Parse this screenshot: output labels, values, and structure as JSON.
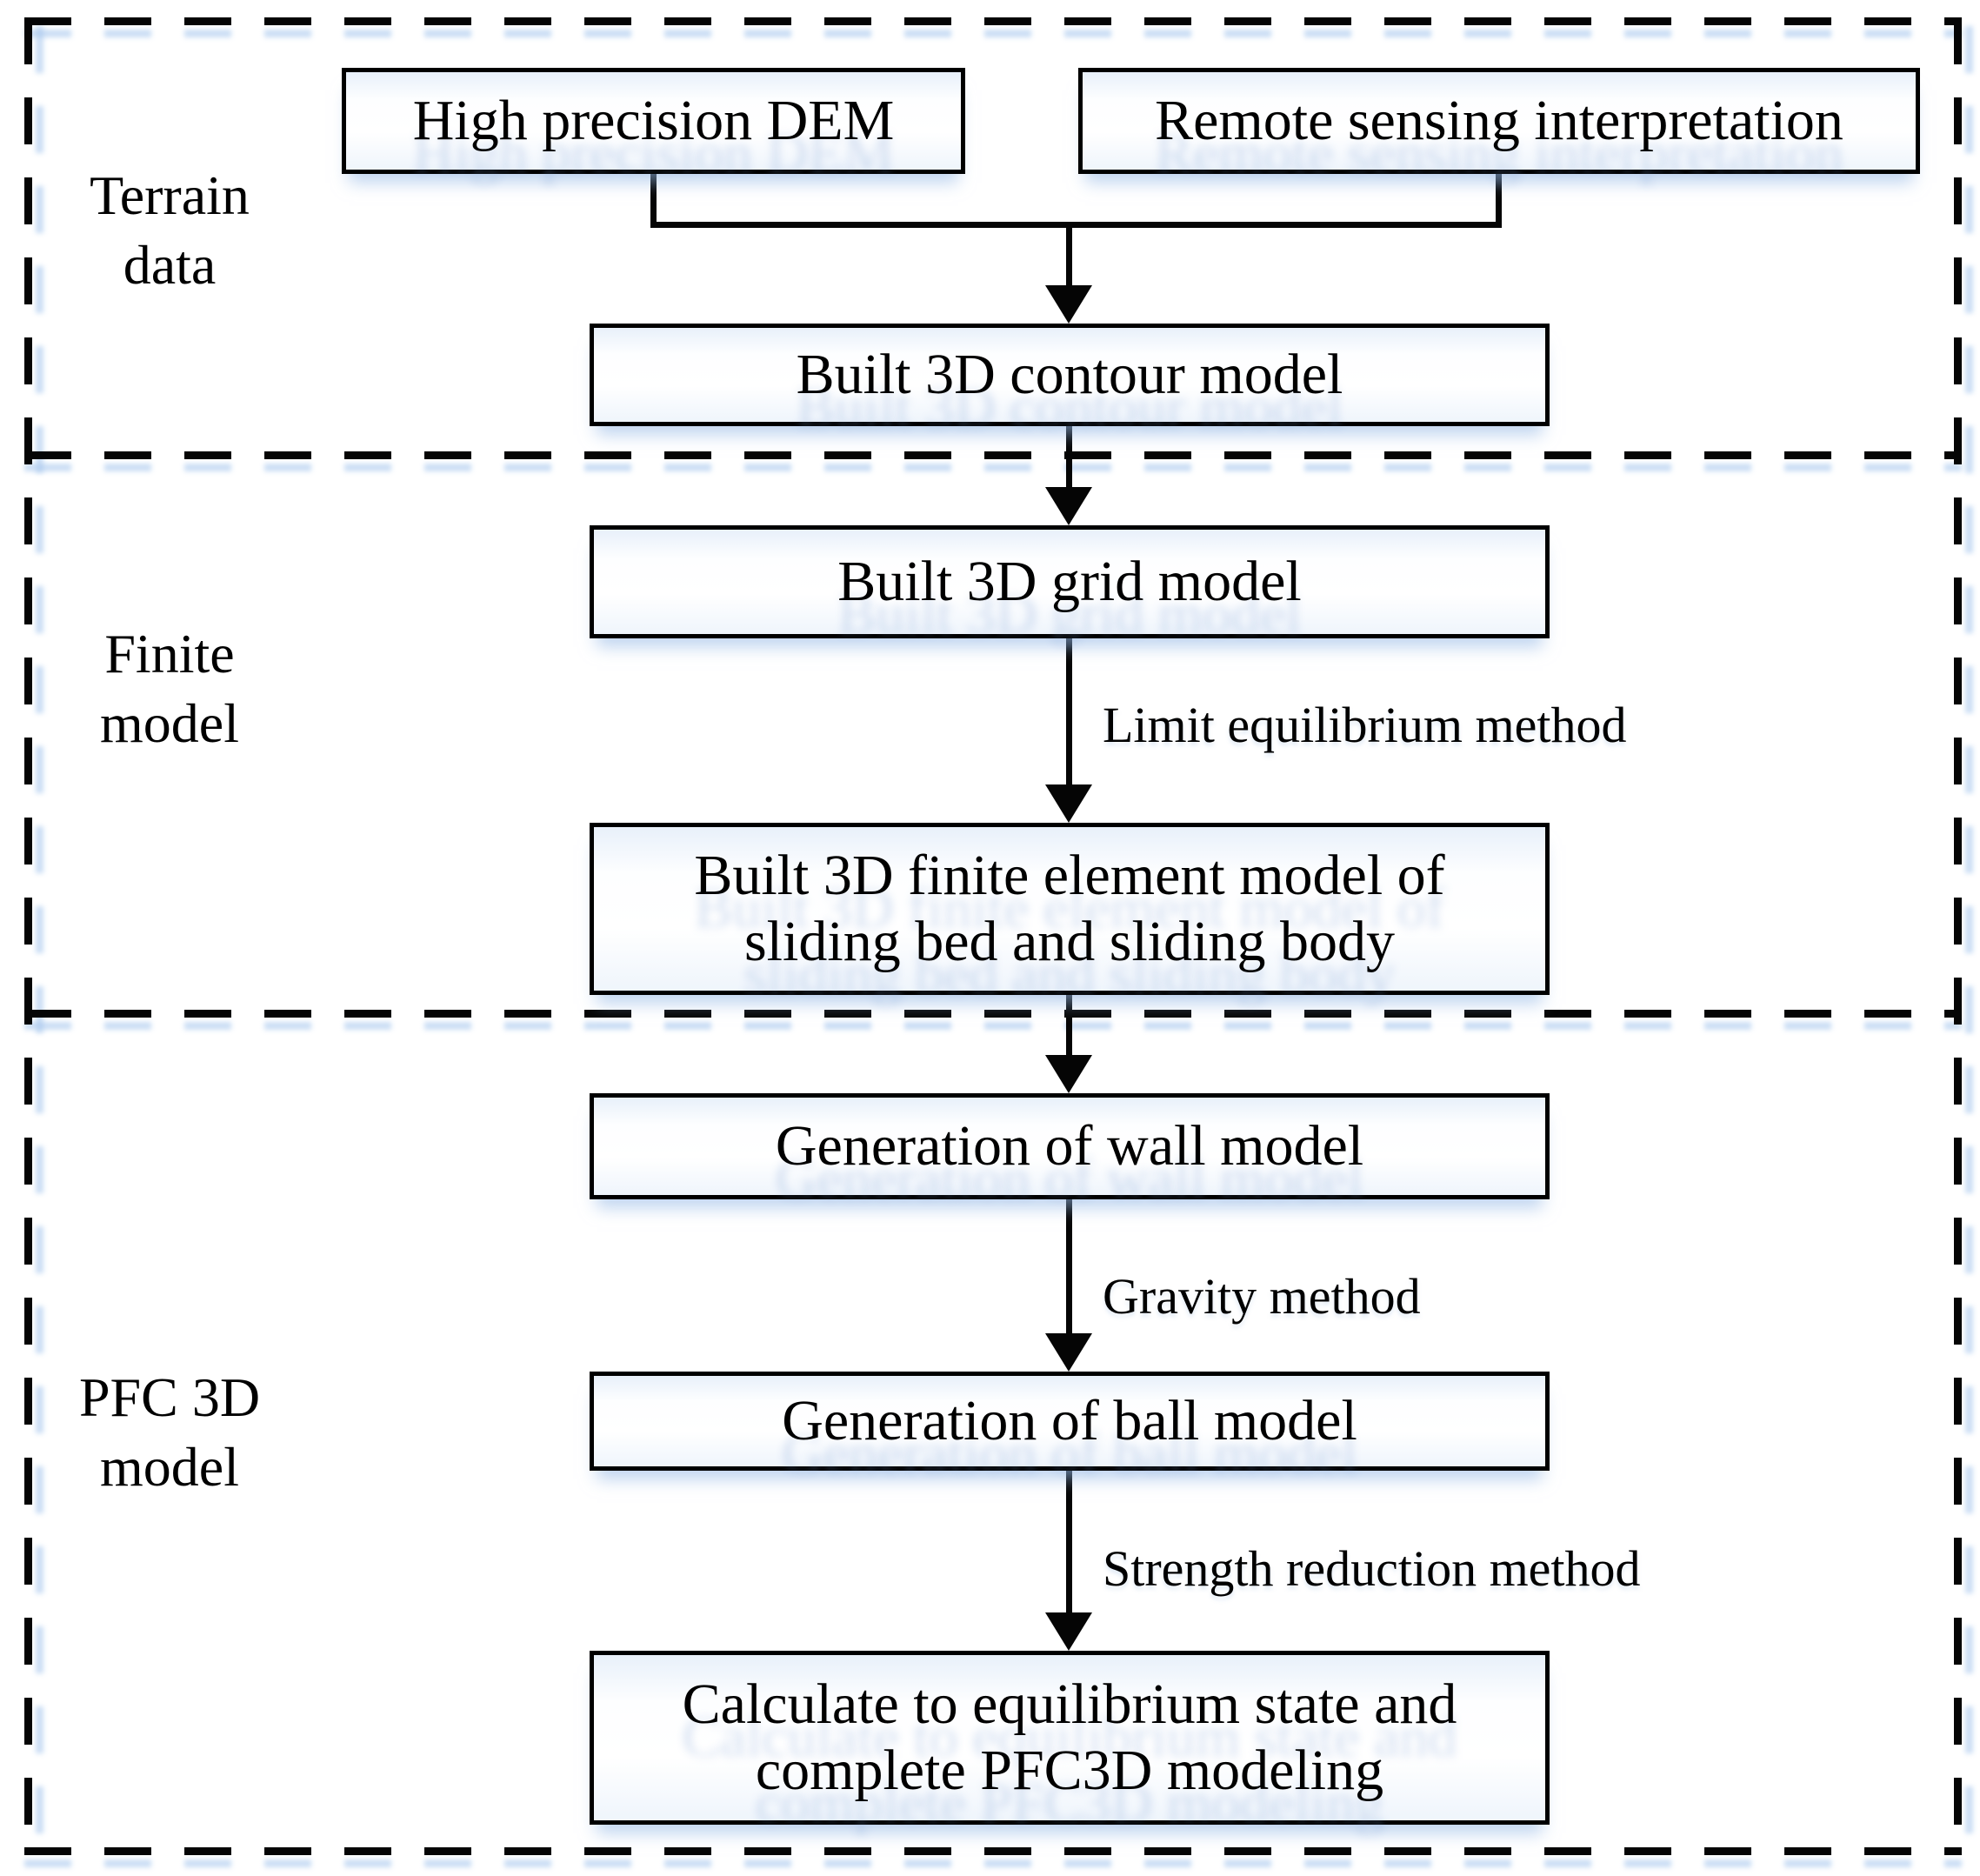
{
  "sections": {
    "terrain": {
      "label": "Terrain\ndata"
    },
    "finite": {
      "label": "Finite\nmodel"
    },
    "pfc": {
      "label": "PFC 3D\nmodel"
    }
  },
  "boxes": {
    "dem": "High precision DEM",
    "remote": "Remote sensing interpretation",
    "contour": "Built 3D contour model",
    "grid": "Built 3D grid model",
    "finite_element": "Built 3D finite element model of\nsliding bed and sliding body",
    "wall": "Generation of wall model",
    "ball": "Generation of ball model",
    "calculate": "Calculate to equilibrium state and\ncomplete PFC3D modeling"
  },
  "edge_labels": {
    "limit": "Limit equilibrium method",
    "gravity": "Gravity method",
    "strength": "Strength reduction method"
  },
  "colors": {
    "line": "#000000",
    "box_background": "#ffffff",
    "shadow_blue": "#c9dcf2",
    "background": "#ffffff"
  }
}
